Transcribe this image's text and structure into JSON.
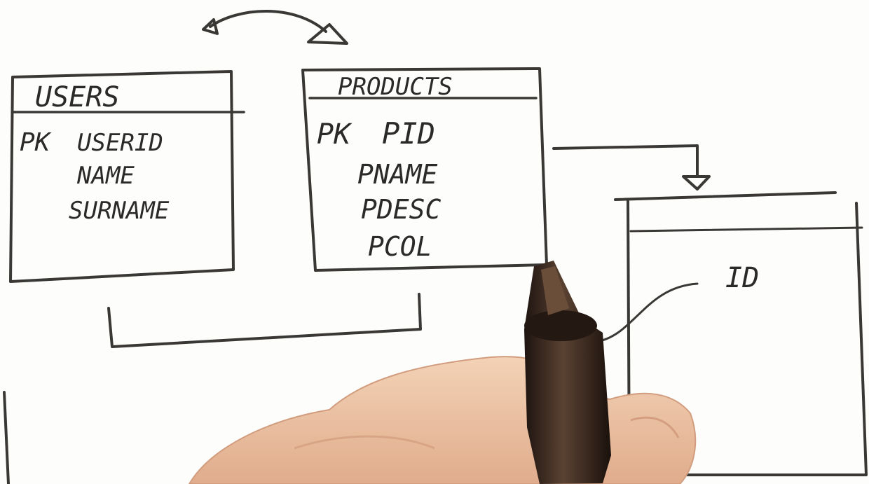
{
  "tables": {
    "users": {
      "title": "USERS",
      "pk_label": "PK",
      "fields": [
        "USERID",
        "NAME",
        "SURNAME"
      ]
    },
    "products": {
      "title": "PRODUCTS",
      "pk_label": "PK",
      "fields": [
        "PID",
        "PNAME",
        "PDESC",
        "PCOL"
      ]
    },
    "third": {
      "title": "",
      "fields": [
        "ID"
      ]
    }
  },
  "colors": {
    "ink": "#3a3835",
    "background": "#fdfdfc",
    "skin": "#eec6a6",
    "marker": "#3b2a20"
  }
}
